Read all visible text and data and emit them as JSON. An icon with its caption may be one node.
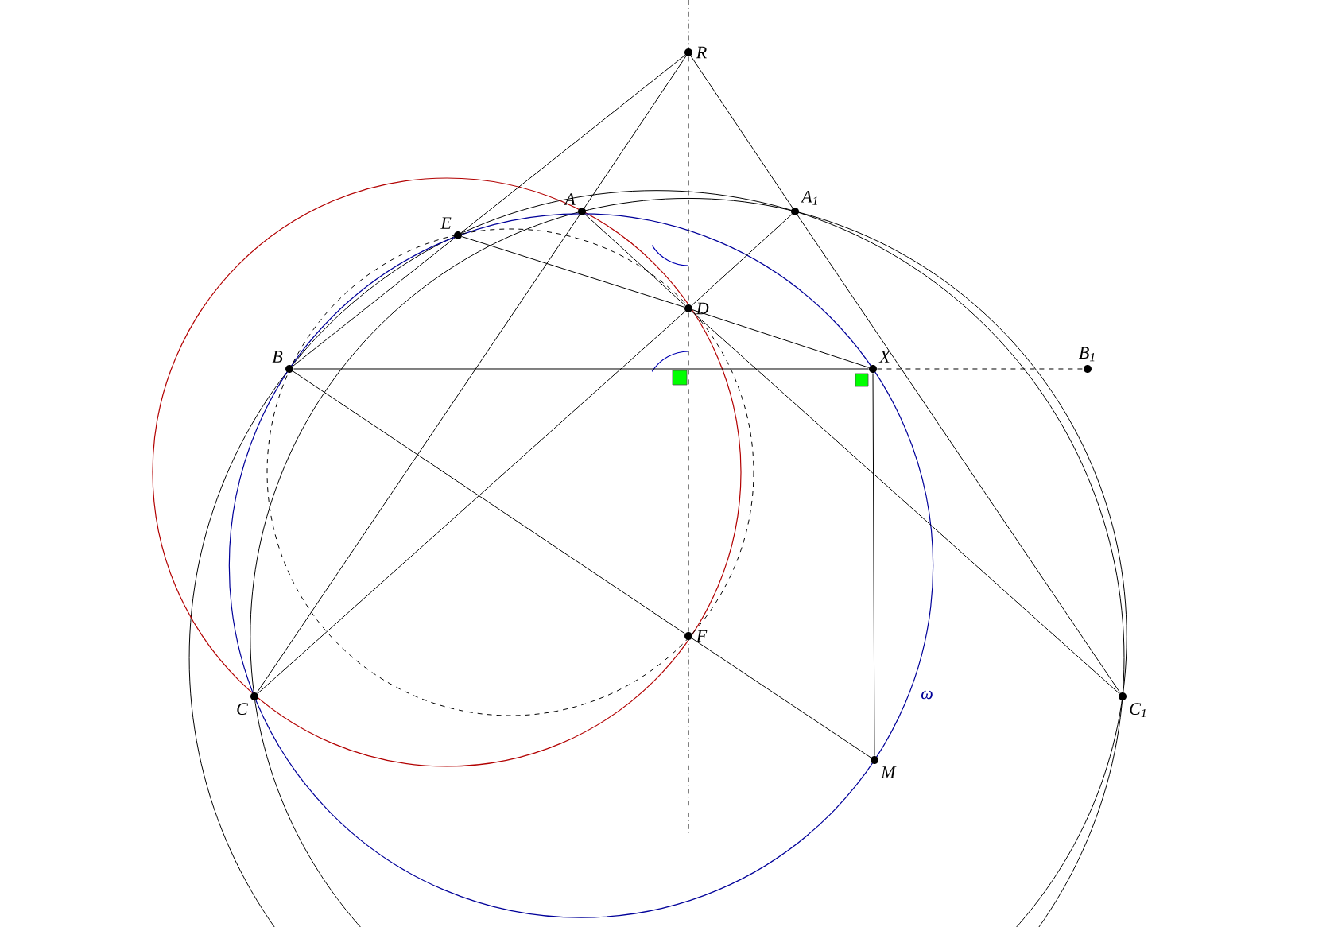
{
  "diagram": {
    "nodes": [
      {
        "text": [
          "R"
        ]
      },
      {
        "text": [
          "A"
        ]
      },
      {
        "text": [
          "A$_{1}$"
        ]
      },
      {
        "text": [
          "E"
        ]
      },
      {
        "text": [
          "D"
        ]
      },
      {
        "text": [
          "B"
        ]
      },
      {
        "text": [
          "X"
        ]
      },
      {
        "text": [
          "B$_{1}$"
        ]
      },
      {
        "text": [
          "F"
        ]
      },
      {
        "text": [
          "C"
        ]
      },
      {
        "text": [
          "C$_{1}$"
        ]
      },
      {
        "text": [
          "M"
        ]
      }
    ],
    "edges": [
      {
        "from": 0,
        "to": 3,
        "arrow": "none"
      },
      {
        "from": 3,
        "to": 5,
        "arrow": "none"
      },
      {
        "from": 0,
        "to": 1,
        "arrow": "none"
      },
      {
        "from": 1,
        "to": 9,
        "arrow": "none"
      },
      {
        "from": 0,
        "to": 2,
        "arrow": "none"
      },
      {
        "from": 2,
        "to": 10,
        "arrow": "none"
      },
      {
        "from": 3,
        "to": 4,
        "arrow": "none"
      },
      {
        "from": 4,
        "to": 6,
        "arrow": "none"
      },
      {
        "from": 1,
        "to": 4,
        "arrow": "none"
      },
      {
        "from": 4,
        "to": 10,
        "arrow": "none"
      },
      {
        "from": 9,
        "to": 4,
        "arrow": "none"
      },
      {
        "from": 4,
        "to": 2,
        "arrow": "none"
      },
      {
        "from": 5,
        "to": 8,
        "arrow": "none"
      },
      {
        "from": 8,
        "to": 11,
        "arrow": "none"
      },
      {
        "from": 5,
        "to": 6,
        "arrow": "none"
      },
      {
        "from": 6,
        "to": 7,
        "arrow": "none",
        "style": "dashed"
      },
      {
        "from": 6,
        "to": 11,
        "arrow": "none"
      },
      {
        "from": 0,
        "to": 4,
        "arrow": "none",
        "style": "dashed"
      },
      {
        "from": 4,
        "to": 8,
        "arrow": "none",
        "style": "dashed"
      }
    ],
    "labels": [
      "ω"
    ]
  }
}
